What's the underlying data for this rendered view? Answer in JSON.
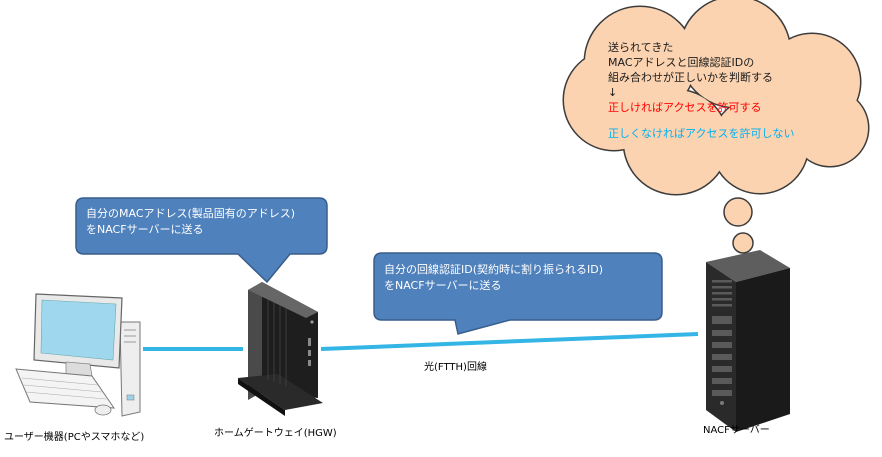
{
  "colors": {
    "callout_fill": "#4f81bd",
    "callout_stroke": "#385d8a",
    "cloud_fill": "#fbd3b0",
    "cloud_stroke": "#3c3c3c",
    "line": "#33b5e5",
    "permit_text": "#ff0000",
    "deny_text": "#00b0f0"
  },
  "callouts": {
    "mac": {
      "line1": "自分のMACアドレス(製品固有のアドレス)",
      "line2": "をNACFサーバーに送る"
    },
    "line_id": {
      "line1": "自分の回線認証ID(契約時に割り振られるID)",
      "line2": "をNACFサーバーに送る"
    }
  },
  "cloud": {
    "line1": "送られてきた",
    "line2": "MACアドレスと回線認証IDの",
    "line3": "組み合わせが正しいかを判断する",
    "arrow": "↓",
    "permit": "正しければアクセスを許可する",
    "deny": "正しくなければアクセスを許可しない"
  },
  "labels": {
    "user": "ユーザー機器(PCやスマホなど)",
    "hgw": "ホームゲートウェイ(HGW)",
    "line": "光(FTTH)回線",
    "server": "NACFサーバー"
  },
  "icons": {
    "pc": "desktop-pc-icon",
    "hgw": "home-gateway-icon",
    "server": "tower-server-icon"
  }
}
